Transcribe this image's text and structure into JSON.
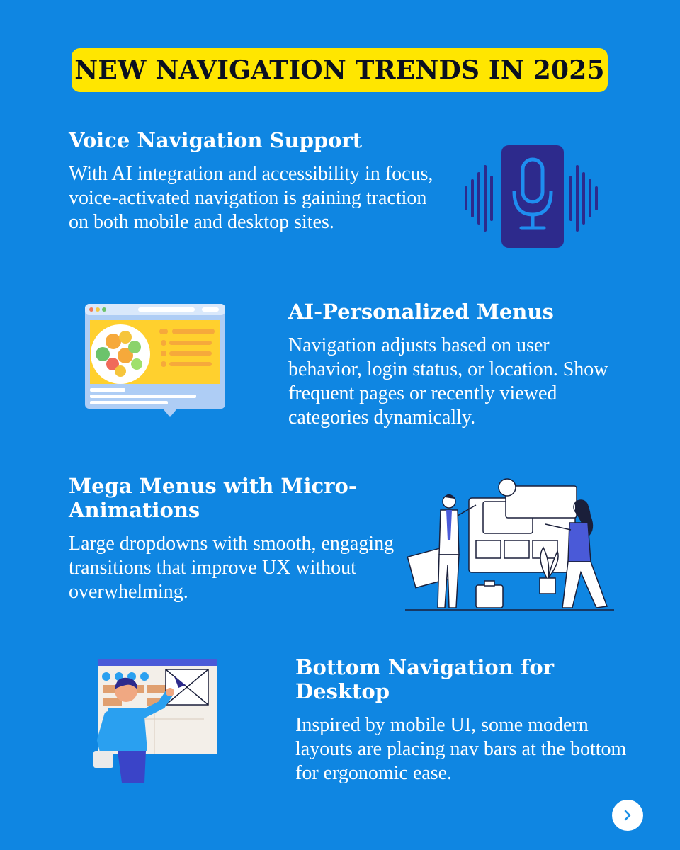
{
  "title": "NEW NAVIGATION TRENDS IN 2025",
  "sections": [
    {
      "heading": "Voice Navigation Support",
      "body": "With AI integration and accessibility in focus, voice-activated navigation is gaining traction on both mobile and desktop sites."
    },
    {
      "heading": "AI-Personalized Menus",
      "body": "Navigation adjusts based on user behavior, login status, or location. Show frequent pages or recently viewed categories dynamically."
    },
    {
      "heading": "Mega Menus with Micro-Animations",
      "body": "Large dropdowns with smooth, engaging transitions that improve UX without overwhelming."
    },
    {
      "heading": "Bottom Navigation for Desktop",
      "body": "Inspired by mobile UI, some modern layouts are placing nav bars at the bottom for ergonomic ease."
    }
  ],
  "illustrations": {
    "voice": "microphone-phone-icon",
    "menu": "browser-window-food-icon",
    "mega": "designers-wireframe-icon",
    "bottom": "person-touching-screen-icon"
  },
  "next_button": {
    "icon": "chevron-right-icon"
  },
  "colors": {
    "background": "#0f86e2",
    "title_bg": "#ffe600",
    "text": "#ffffff",
    "mic_phone": "#2d2a8c"
  }
}
